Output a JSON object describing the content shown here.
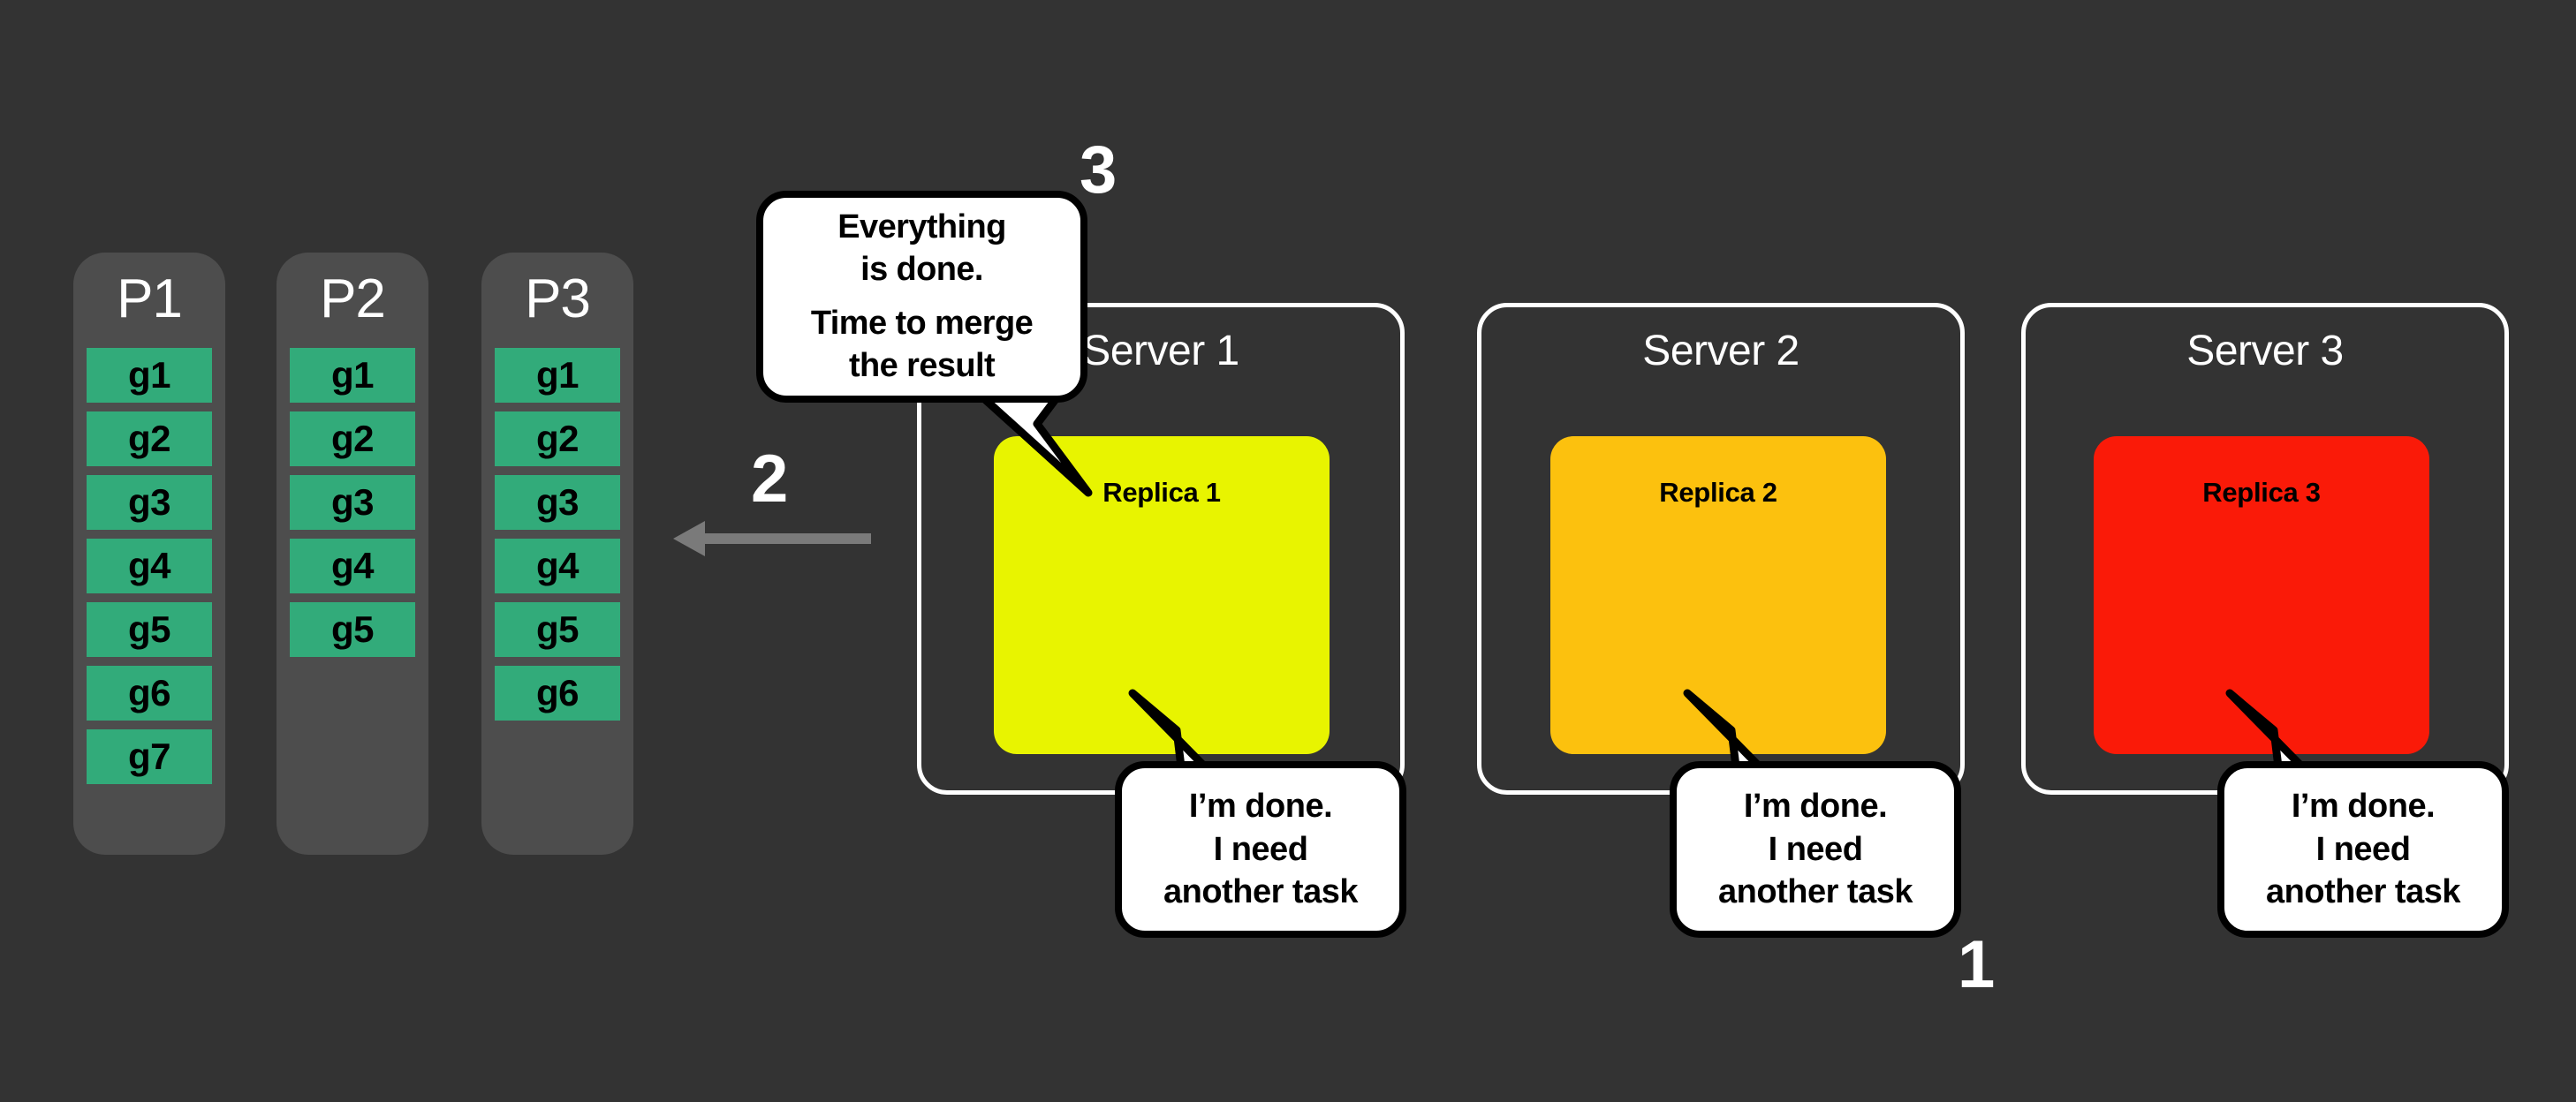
{
  "background_color": "#333333",
  "palette": {
    "partition_bg": "#4d4d4d",
    "group_block": "#32ab7a",
    "replica_1": "#e8f400",
    "replica_2": "#fcc10e",
    "replica_3": "#fa1a08",
    "server_border": "#ffffff",
    "arrow": "#7a7a7a",
    "bubble_bg": "#ffffff",
    "bubble_border": "#000000",
    "text_light": "#ffffff",
    "text_dark": "#000000"
  },
  "partitions": [
    {
      "title": "P1",
      "groups": [
        "g1",
        "g2",
        "g3",
        "g4",
        "g5",
        "g6",
        "g7"
      ]
    },
    {
      "title": "P2",
      "groups": [
        "g1",
        "g2",
        "g3",
        "g4",
        "g5"
      ]
    },
    {
      "title": "P3",
      "groups": [
        "g1",
        "g2",
        "g3",
        "g4",
        "g5",
        "g6"
      ]
    }
  ],
  "servers": [
    {
      "label": "Server 1",
      "replica": "Replica 1",
      "color": "#e8f400"
    },
    {
      "label": "Server 2",
      "replica": "Replica 2",
      "color": "#fcc10e"
    },
    {
      "label": "Server 3",
      "replica": "Replica 3",
      "color": "#fa1a08"
    }
  ],
  "bubbles": {
    "merge": {
      "line1": "Everything",
      "line2": "is done.",
      "line3": "Time to merge",
      "line4": "the result"
    },
    "done": {
      "line1": "I’m done.",
      "line2": "I need",
      "line3": "another task"
    }
  },
  "steps": {
    "one": "1",
    "two": "2",
    "three": "3"
  }
}
